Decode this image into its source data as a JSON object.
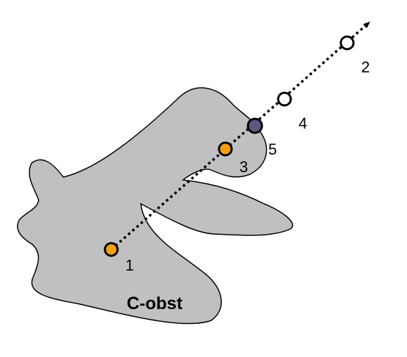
{
  "obstacle": {
    "label": "C-obst",
    "fill_color": "#c0c0c0",
    "stroke_color": "#000000"
  },
  "path": {
    "style": "dotted",
    "arrow": "end",
    "color": "#000000"
  },
  "points": [
    {
      "label": "1",
      "state": "collision",
      "color": "#f5a00f"
    },
    {
      "label": "2",
      "state": "free",
      "color": "#ffffff"
    },
    {
      "label": "3",
      "state": "collision",
      "color": "#f5a00f"
    },
    {
      "label": "4",
      "state": "free",
      "color": "#ffffff"
    },
    {
      "label": "5",
      "state": "boundary",
      "color": "#5a5a80"
    }
  ]
}
